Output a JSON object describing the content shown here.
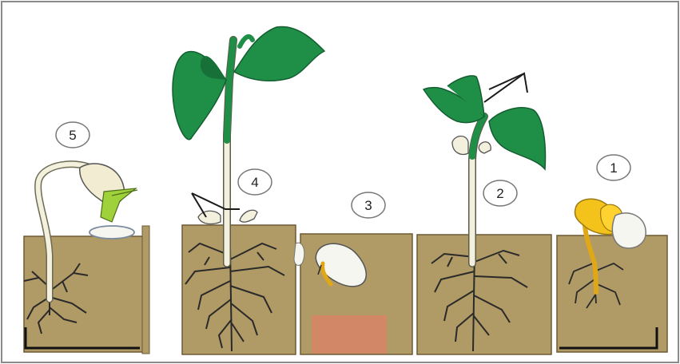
{
  "stages": [
    {
      "number": "5"
    },
    {
      "number": "4"
    },
    {
      "number": "3"
    },
    {
      "number": "2"
    },
    {
      "number": "1"
    }
  ],
  "colors": {
    "soil": "#b09a66",
    "soil_edge": "#6d5a35",
    "leaf": "#1f8f48",
    "leaf_dark": "#167038",
    "stem": "#f3f0de",
    "seed_yellow": "#f3c21b",
    "seed_white": "#f6f6f0",
    "cotyledon_green": "#9fd13a",
    "root": "#2a2a2a",
    "border": "#8a8a8a",
    "pot": "#d28766"
  }
}
